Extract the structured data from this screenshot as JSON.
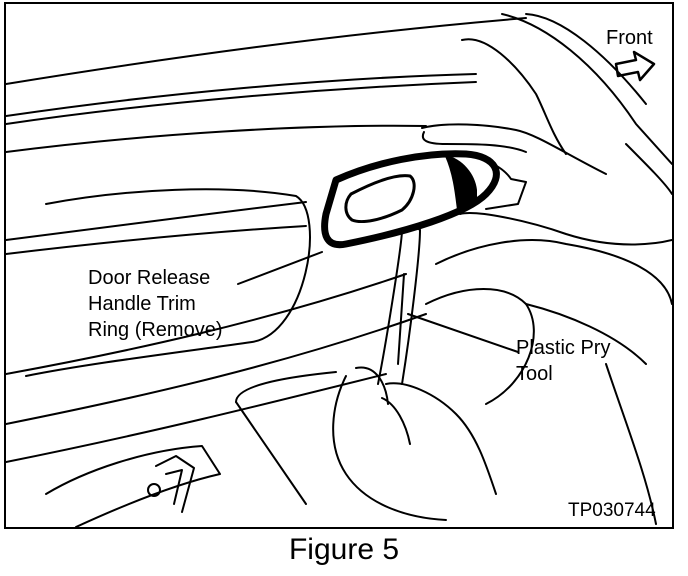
{
  "figure": {
    "caption": "Figure 5",
    "code": "TP030744",
    "direction_label": "Front",
    "callouts": {
      "trim_ring": [
        "Door Release",
        "Handle Trim",
        "Ring (Remove)"
      ],
      "pry_tool": [
        "Plastic Pry",
        "Tool"
      ]
    }
  },
  "icons": {
    "direction_arrow": "right-arrow-icon"
  },
  "colors": {
    "line": "#000000",
    "background": "#ffffff"
  }
}
